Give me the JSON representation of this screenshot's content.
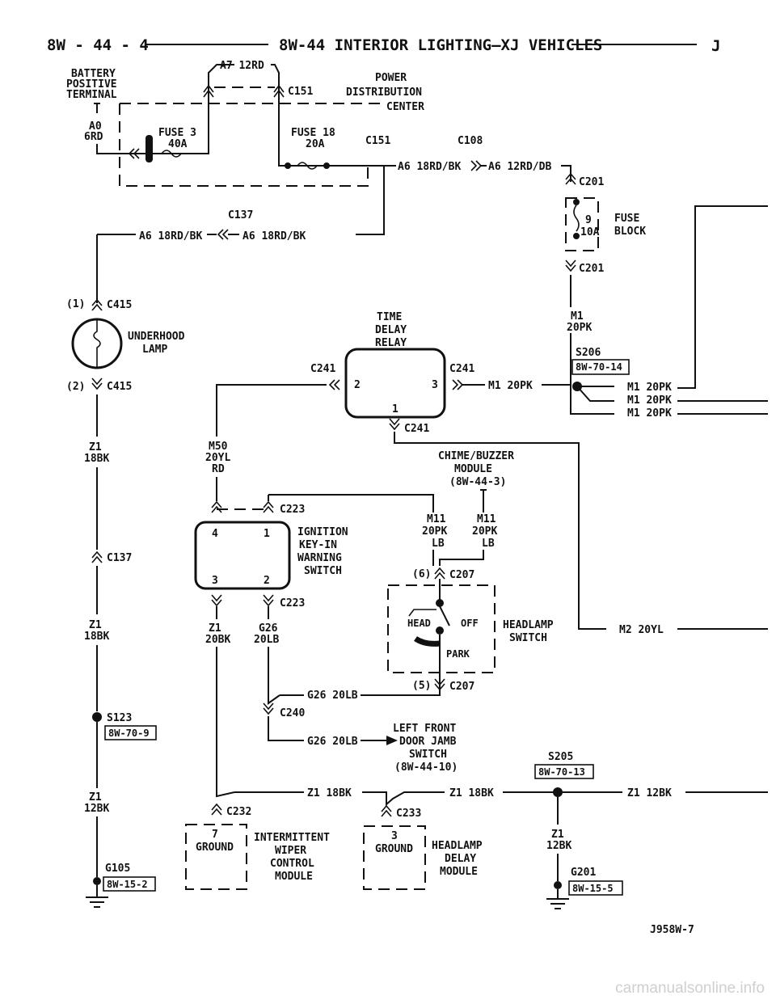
{
  "header": {
    "page_ref": "8W - 44 - 4",
    "title": "8W-44 INTERIOR LIGHTING—XJ VEHICLES",
    "letter": "J"
  },
  "labels": {
    "battery": [
      "BATTERY",
      "POSITIVE",
      "TERMINAL"
    ],
    "a0": [
      "A0",
      "6RD"
    ],
    "a7": "A7 12RD",
    "c151": "C151",
    "pdc": [
      "POWER",
      "DISTRIBUTION",
      "CENTER"
    ],
    "fuse3": [
      "FUSE 3",
      "40A"
    ],
    "fuse18": [
      "FUSE 18",
      "20A"
    ],
    "c108": "C108",
    "a6_mid": "A6 18RD/BK",
    "a6_db": "A6 12RD/DB",
    "c201": "C201",
    "fuse_9": "9",
    "fuse_10a": "10A",
    "fuse_block": [
      "FUSE",
      "BLOCK"
    ],
    "c137": "C137",
    "a6_left": "A6 18RD/BK",
    "a6_right": "A6 18RD/BK",
    "m1_20pk": [
      "M1",
      "20PK"
    ],
    "c415_1": "(1)",
    "c415": "C415",
    "c415_2": "(2)",
    "underhood": [
      "UNDERHOOD",
      "LAMP"
    ],
    "time_delay": [
      "TIME",
      "DELAY",
      "RELAY"
    ],
    "c241": "C241",
    "pin2": "2",
    "pin3": "3",
    "pin1": "1",
    "m1_wire": "M1 20PK",
    "s206": "S206",
    "ref_8w7014": "8W-70-14",
    "z1_18bk": [
      "Z1",
      "18BK"
    ],
    "m50": [
      "M50",
      "20YL",
      "RD"
    ],
    "chime": [
      "CHIME/BUZZER",
      "MODULE",
      "(8W-44-3)"
    ],
    "c223": "C223",
    "pin4": "4",
    "ign_switch": [
      "IGNITION",
      "KEY-IN",
      "WARNING",
      "SWITCH"
    ],
    "m11": [
      "M11",
      "20PK",
      "LB"
    ],
    "c207": "C207",
    "c207_6": "(6)",
    "c207_5": "(5)",
    "head": "HEAD",
    "off": "OFF",
    "park": "PARK",
    "headlamp_switch": [
      "HEADLAMP",
      "SWITCH"
    ],
    "m2_wire": "M2 20YL",
    "z1_20bk": [
      "Z1",
      "20BK"
    ],
    "g26_20lb": [
      "G26",
      "20LB"
    ],
    "g626_wire": "G26 20LB",
    "c240": "C240",
    "s123": "S123",
    "ref_8w709": "8W-70-9",
    "left_front": [
      "LEFT FRONT",
      "DOOR JAMB",
      "SWITCH",
      "(8W-44-10)"
    ],
    "s205": "S205",
    "ref_8w7013": "8W-70-13",
    "z1_wire_18": "Z1 18BK",
    "z1_wire_12": "Z1 12BK",
    "z1_12bk": [
      "Z1",
      "12BK"
    ],
    "c232": "C232",
    "c233": "C233",
    "ground7": [
      "7",
      "GROUND"
    ],
    "ground3": [
      "3",
      "GROUND"
    ],
    "wiper": [
      "INTERMITTENT",
      "WIPER",
      "CONTROL",
      "MODULE"
    ],
    "hl_delay": [
      "HEADLAMP",
      "DELAY",
      "MODULE"
    ],
    "g105": "G105",
    "ref_8w152": "8W-15-2",
    "g201": "G201",
    "ref_8w155": "8W-15-5",
    "figure_id": "J958W-7"
  },
  "watermark": "carmanualsonline.info"
}
